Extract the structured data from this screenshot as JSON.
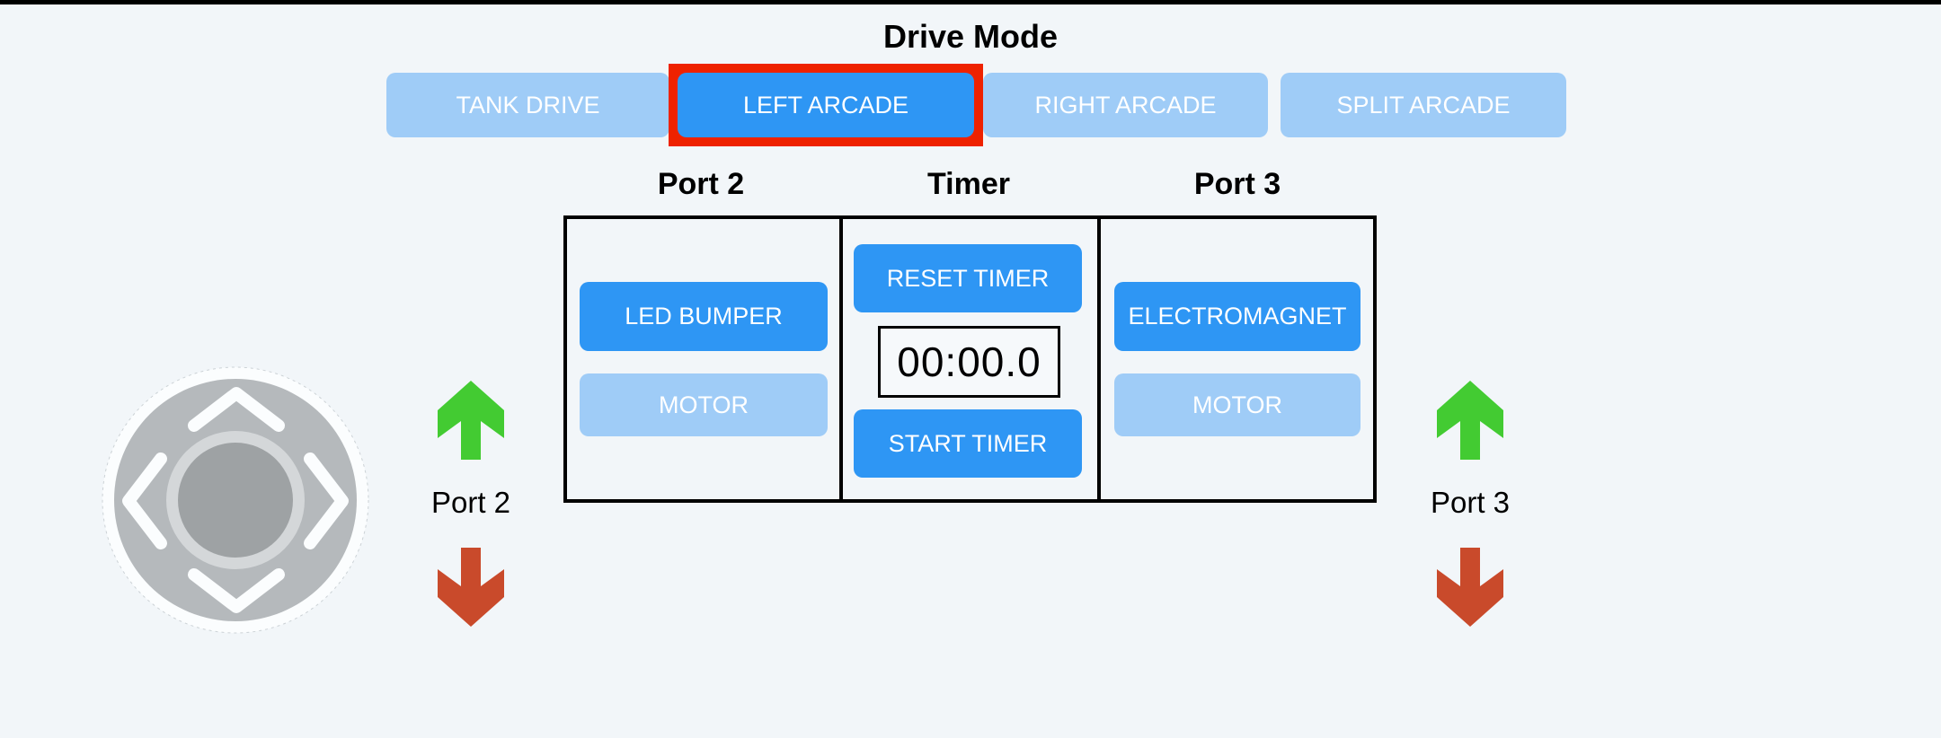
{
  "colors": {
    "active_blue": "#2e96f4",
    "inactive_blue": "#9fccf7",
    "selected_border": "#ee2200",
    "up_arrow_green": "#43cb32",
    "down_arrow_red": "#c94a2b",
    "joystick_disc": "#b5b9bc",
    "joystick_knob": "#9ea2a4",
    "joystick_ring": "#d4d7d9"
  },
  "title": "Drive Mode",
  "drive_modes": [
    {
      "label": "TANK DRIVE",
      "selected": false
    },
    {
      "label": "LEFT ARCADE",
      "selected": true
    },
    {
      "label": "RIGHT ARCADE",
      "selected": false
    },
    {
      "label": "SPLIT ARCADE",
      "selected": false
    }
  ],
  "panel": {
    "columns": [
      {
        "header": "Port 2",
        "buttons": [
          {
            "label": "LED BUMPER",
            "active": true
          },
          {
            "label": "MOTOR",
            "active": false
          }
        ]
      },
      {
        "header": "Timer",
        "reset_label": "RESET TIMER",
        "start_label": "START TIMER",
        "timer_value": "00:00.0"
      },
      {
        "header": "Port 3",
        "buttons": [
          {
            "label": "ELECTROMAGNET",
            "active": true
          },
          {
            "label": "MOTOR",
            "active": false
          }
        ]
      }
    ]
  },
  "left_indicator": {
    "label": "Port 2"
  },
  "right_indicator": {
    "label": "Port 3"
  }
}
